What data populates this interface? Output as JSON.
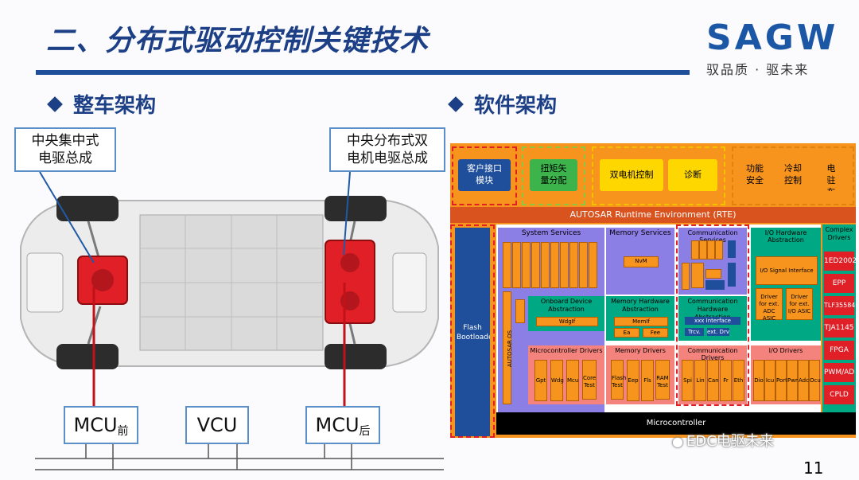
{
  "header": {
    "title": "二、分布式驱动控制关键技术",
    "logo": "SAGW",
    "slogan": "驭品质 · 驱未来"
  },
  "sections": {
    "left": "整车架构",
    "right": "软件架构"
  },
  "vehicle": {
    "front_callout": [
      "中央集中式",
      "电驱总成"
    ],
    "rear_callout": [
      "中央分布式双",
      "电机电驱总成"
    ],
    "ecus": [
      {
        "main": "MCU",
        "sub": "前"
      },
      {
        "main": "VCU",
        "sub": ""
      },
      {
        "main": "MCU",
        "sub": "后"
      }
    ]
  },
  "software": {
    "top_apps": {
      "customer": "客户接口模块",
      "torque": "扭矩矢量分配",
      "dual_motor": "双电机控制",
      "diag": "诊断",
      "func_safety": "功能安全",
      "cooling": "冷却控制",
      "parking": "电驻车"
    },
    "rte": "AUTOSAR Runtime Environment (RTE)",
    "flash": "Flash Bootloader",
    "system_services": "System Services",
    "autosar_os": "AUTOSAR OS",
    "memory_services": "Memory Services",
    "nvm": "NvM",
    "comm_services": "Communication Services",
    "io_hw": "I/O Hardware Abstraction",
    "io_signal": "I/O Signal Interface",
    "complex_drivers": "Complex Drivers",
    "complex_list": [
      "1ED2002",
      "EPP",
      "TLF35584",
      "TJA1145",
      "FPGA",
      "PWM/AD",
      "CPLD"
    ],
    "onboard": "Onboard Device Abstraction",
    "wdgif": "WdgIf",
    "mem_hw": "Memory Hardware Abstraction",
    "memif": "MemIf",
    "ea": "Ea",
    "fee": "Fee",
    "comm_hw": "Communication Hardware Abstraction",
    "xxx_interface": "xxx Interface",
    "trcv": "Trcv.",
    "ext_drv": "ext. Drv",
    "driver_ext_1": "Driver for ext. ADC ASIC",
    "driver_ext_2": "Driver for ext. I/O ASIC",
    "mcu_drivers": "Microcontroller Drivers",
    "mem_drivers": "Memory Drivers",
    "comm_drivers": "Communication Drivers",
    "io_drivers": "I/O Drivers",
    "microcontroller": "Microcontroller",
    "mcu_driver_list": [
      "Gpt",
      "Wdg",
      "Mcu",
      "Core Test"
    ],
    "mem_driver_list": [
      "Flash Test",
      "Eep",
      "Fls",
      "RAM Test"
    ],
    "comm_driver_list": [
      "Spi",
      "Lin",
      "Can",
      "Fr",
      "Eth"
    ],
    "io_driver_list": [
      "Dio",
      "Icu",
      "Port",
      "Pwm",
      "Adc",
      "Ocu"
    ]
  },
  "watermark": "EDC电驱未来",
  "page_number": "11",
  "colors": {
    "title_blue": "#1c3f86",
    "logo_blue": "#1c57a6",
    "orange": "#f7941d",
    "purple": "#8b7fe6",
    "green": "#00a884",
    "pink": "#f4837d",
    "red": "#e01f26",
    "navy": "#1f4e9a"
  }
}
